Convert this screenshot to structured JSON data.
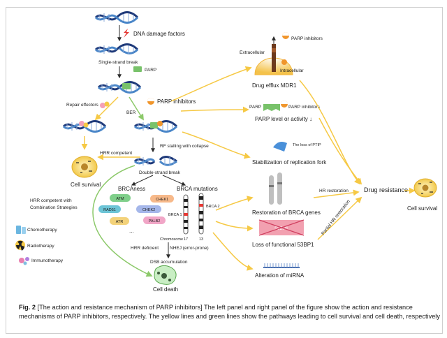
{
  "labels": {
    "dna_damage": "DNA damage factors",
    "ssb": "Single-strand break",
    "parp": "PARP",
    "repair_effectors": "Repair effectors",
    "ber": "BER",
    "parp_inhibitors_mid": "PARP inhibitors",
    "cell_survival_left": "Cell survival",
    "hrr_competent": "HRR competent",
    "rf_stalling": "RF stalling with collapse",
    "dsb": "Double-strand break",
    "brcaness": "BRCAness",
    "brca_mutations": "BRCA mutations",
    "hrr_combo": "HRR competent with\nCombination Strategies",
    "chemotherapy": "Chemotherapy",
    "radiotherapy": "Radiotherapy",
    "immunotherapy": "Immunotherapy",
    "genes": [
      "ATM",
      "CHEK1",
      "RAD51",
      "CHEK2",
      "ATR",
      "PALB2",
      "..."
    ],
    "brca1": "BRCA 1",
    "brca2": "BRCA 2",
    "chromosome": "Chromosome",
    "chr17": "17",
    "chr13": "13",
    "hrr_deficient": "HRR deficient",
    "nhej": "NHEJ (error-prone)",
    "dsb_accum": "DSB accumulation",
    "cell_death": "Cell death",
    "parp_inhibitors_top": "PARP inhibitors",
    "extracellular": "Extracellular",
    "intracellular": "Intracellular",
    "drug_efflux": "Drug efflux MDR1",
    "parp_small": "PARP",
    "parp_inhibitors_right": "PARP inhibitors",
    "parp_level": "PARP level or activity ↓",
    "ptip_loss": "The loss of PTIP",
    "stabilization": "Stabilization of replication fork",
    "restoration_brca": "Restoration of BRCA genes",
    "loss_53bp1": "Loss of functional 53BP1",
    "label_53bp1": "53BP1",
    "mirna": "Alteration of miRNA",
    "hr_restoration": "HR restoration",
    "partial_hr": "Partial HR restoration",
    "drug_resistance": "Drug resistance",
    "cell_survival_right": "Cell survival"
  },
  "caption": {
    "fig_label": "Fig. 2",
    "text": " [The action and resistance mechanism of PARP inhibitors] The left panel and right panel of the figure show the action and resistance mechanisms of PARP inhibitors, respectively. The yellow lines and green lines show the pathways leading to cell survival and cell death, respectively"
  },
  "colors": {
    "yellow_path": "#f6c945",
    "green_path": "#8cc96a",
    "dna_dark": "#1f3a7a",
    "dna_light": "#4a86c8",
    "parp_green": "#78c26a",
    "inhibitor_orange": "#f0952b"
  }
}
